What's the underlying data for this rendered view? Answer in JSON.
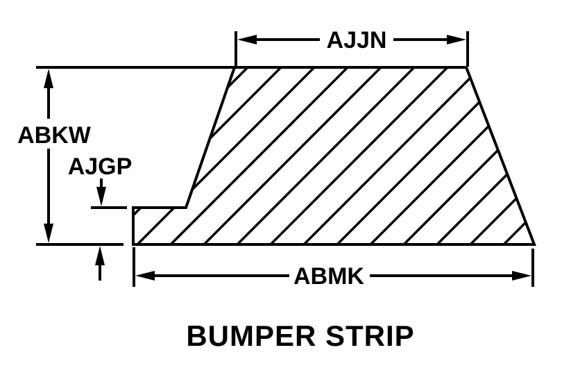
{
  "diagram": {
    "title": "BUMPER STRIP",
    "colors": {
      "line": "#000000",
      "background": "#ffffff"
    },
    "dimension_labels": {
      "top_width": "AJJN",
      "overall_height": "ABKW",
      "notch_height": "AJGP",
      "bottom_width": "ABMK"
    }
  }
}
